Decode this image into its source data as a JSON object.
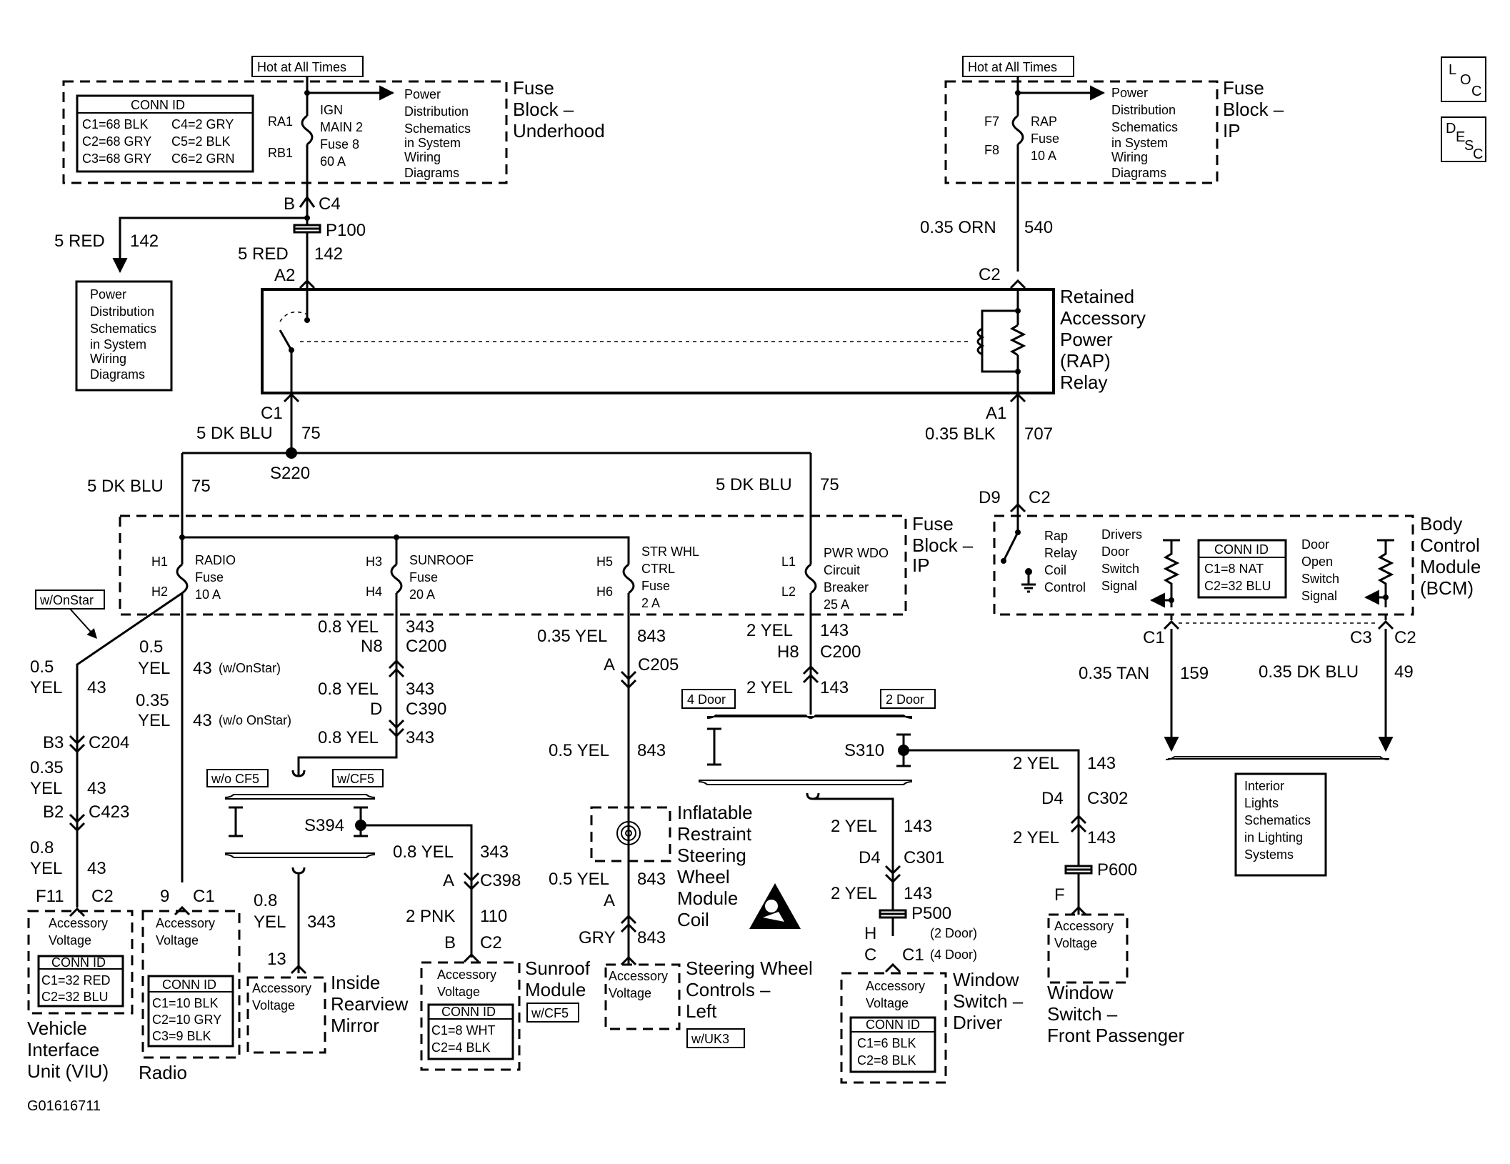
{
  "footer_id": "G01616711",
  "side_tabs": {
    "loc": [
      "L",
      "O",
      "C"
    ],
    "desc": [
      "D",
      "E",
      "S",
      "C"
    ]
  },
  "hot_label": "Hot at All Times",
  "fuse_uh": {
    "title": [
      "Fuse",
      "Block –",
      "Underhood"
    ],
    "conn_title": "CONN ID",
    "conn_rows": [
      [
        "C1=68 BLK",
        "C4=2 GRY"
      ],
      [
        "C2=68 GRY",
        "C5=2 BLK"
      ],
      [
        "C3=68 GRY",
        "C6=2 GRN"
      ]
    ],
    "pin_in": "RA1",
    "pin_out": "RB1",
    "fuse": [
      "IGN",
      "MAIN 2",
      "Fuse 8",
      "60 A"
    ]
  },
  "fuse_ip_top": {
    "title": [
      "Fuse",
      "Block –",
      "IP"
    ],
    "pin_in": "F7",
    "pin_out": "F8",
    "fuse": [
      "RAP",
      "Fuse",
      "10 A"
    ]
  },
  "pd_ref": [
    "Power",
    "Distribution",
    "Schematics",
    "in System",
    "Wiring",
    "Diagrams"
  ],
  "pd_ref_box": [
    "Power",
    "Distribution",
    "Schematics",
    "in System",
    "Wiring",
    "Diagrams"
  ],
  "p100": {
    "b": "B",
    "c4": "C4",
    "splice": "P100",
    "wire_l": "5 RED",
    "wire_ln": "142",
    "wire": "5 RED",
    "wire_n": "142",
    "a2": "A2"
  },
  "c2_540": {
    "wire": "0.35 ORN",
    "num": "540",
    "conn": "C2"
  },
  "rap": {
    "title": [
      "Retained",
      "Accessory",
      "Power",
      "(RAP)",
      "Relay"
    ],
    "c1": "C1",
    "a1": "A1"
  },
  "rap_out": {
    "wire": "5 DK BLU",
    "num": "75",
    "splice": "S220",
    "wl": "5 DK BLU",
    "wln": "75",
    "wr": "5 DK BLU",
    "wrn": "75"
  },
  "bcm_feed": {
    "wire": "0.35 BLK",
    "num": "707",
    "d9": "D9",
    "c2": "C2"
  },
  "fuse_ip": {
    "title": [
      "Fuse",
      "Block –",
      "IP"
    ],
    "radio": {
      "p1": "H1",
      "p2": "H2",
      "name": [
        "RADIO",
        "Fuse",
        "10 A"
      ]
    },
    "sunroof": {
      "p1": "H3",
      "p2": "H4",
      "name": [
        "SUNROOF",
        "Fuse",
        "20 A"
      ]
    },
    "strwhl": {
      "p1": "H5",
      "p2": "H6",
      "name": [
        "STR WHL",
        "CTRL",
        "Fuse",
        "2 A"
      ]
    },
    "pwrwdo": {
      "p1": "L1",
      "p2": "L2",
      "name": [
        "PWR WDO",
        "Circuit",
        "Breaker",
        "25 A"
      ]
    }
  },
  "bcm": {
    "title": [
      "Body",
      "Control",
      "Module",
      "(BCM)"
    ],
    "rap_ctl": [
      "Rap",
      "Relay",
      "Coil",
      "Control"
    ],
    "drv_sw": [
      "Drivers",
      "Door",
      "Switch",
      "Signal"
    ],
    "door_sw": [
      "Door",
      "Open",
      "Switch",
      "Signal"
    ],
    "conn_title": "CONN ID",
    "conn_rows": [
      "C1=8 NAT",
      "C2=32 BLU"
    ],
    "c1": "C1",
    "c3": "C3",
    "c2": "C2",
    "w159": "0.35 TAN",
    "n159": "159",
    "w49": "0.35 DK BLU",
    "n49": "49"
  },
  "interior_ref": [
    "Interior",
    "Lights",
    "Schematics",
    "in Lighting",
    "Systems"
  ],
  "onstar_tag": "w/OnStar",
  "viu_branch": {
    "w1a": "0.5",
    "w1b": "YEL",
    "n1": "43",
    "b3": "B3",
    "c204": "C204",
    "w2a": "0.35",
    "w2b": "YEL",
    "n2": "43",
    "b2": "B2",
    "c423": "C423",
    "w3a": "0.8",
    "w3b": "YEL",
    "n3": "43",
    "f11": "F11",
    "c2": "C2"
  },
  "radio_branch": {
    "wa": "0.5",
    "wb": "YEL",
    "n": "43",
    "note": "(w/OnStar)",
    "wa2": "0.35",
    "wb2": "YEL",
    "n2": "43",
    "note2": "(w/o OnStar)",
    "pin": "9",
    "conn": "C1"
  },
  "acc_label": [
    "Accessory",
    "Voltage"
  ],
  "viu": {
    "conn_title": "CONN ID",
    "rows": [
      "C1=32 RED",
      "C2=32 BLU"
    ],
    "title": [
      "Vehicle",
      "Interface",
      "Unit (VIU)"
    ]
  },
  "radio": {
    "conn_title": "CONN ID",
    "rows": [
      "C1=10 BLK",
      "C2=10 GRY",
      "C3=9 BLK"
    ],
    "title": "Radio"
  },
  "sunroof_branch": {
    "w1": "0.8 YEL",
    "n1": "343",
    "n8": "N8",
    "c200": "C200",
    "w2": "0.8 YEL",
    "n2": "343",
    "d": "D",
    "c390": "C390",
    "w3": "0.8 YEL",
    "n3": "343",
    "wo_cf5": "w/o CF5",
    "w_cf5": "w/CF5",
    "splice": "S394",
    "mw_a": "0.8",
    "mw_b": "YEL",
    "mn": "343",
    "mpin": "13",
    "sw": "0.8 YEL",
    "sn": "343",
    "sa": "A",
    "c398": "C398",
    "pw": "2 PNK",
    "pn": "110",
    "pb": "B",
    "pc2": "C2"
  },
  "mirror": {
    "title": [
      "Inside",
      "Rearview",
      "Mirror"
    ]
  },
  "sunroof_mod": {
    "title": [
      "Sunroof",
      "Module"
    ],
    "tag": "w/CF5",
    "conn_title": "CONN ID",
    "rows": [
      "C1=8 WHT",
      "C2=4 BLK"
    ]
  },
  "steer_branch": {
    "w1": "0.35 YEL",
    "n1": "843",
    "a": "A",
    "c205": "C205",
    "w2": "0.5 YEL",
    "n2": "843",
    "coil": [
      "Inflatable",
      "Restraint",
      "Steering",
      "Wheel",
      "Module",
      "Coil"
    ],
    "w3": "0.5 YEL",
    "n3": "843",
    "a2": "A",
    "w4": "GRY",
    "n4": "843"
  },
  "steer_ctl": {
    "title": [
      "Steering Wheel",
      "Controls –",
      "Left"
    ],
    "tag": "w/UK3"
  },
  "window_branch": {
    "w1": "2 YEL",
    "n1": "143",
    "h8": "H8",
    "c200": "C200",
    "w2": "2 YEL",
    "n2": "143",
    "four": "4 Door",
    "two": "2 Door",
    "splice": "S310",
    "dw1": "2 YEL",
    "dn1": "143",
    "d4": "D4",
    "c301": "C301",
    "dw2": "2 YEL",
    "dn2": "143",
    "p500": "P500",
    "p500n": "(2 Door)",
    "h": "H",
    "c": "C",
    "c1": "C1",
    "c1n": "(4 Door)",
    "pw1": "2 YEL",
    "pn1": "143",
    "pd4": "D4",
    "c302": "C302",
    "pw2": "2 YEL",
    "pn2": "143",
    "p600": "P600",
    "pf": "F"
  },
  "win_drv": {
    "title": [
      "Window",
      "Switch –",
      "Driver"
    ],
    "conn_title": "CONN ID",
    "rows": [
      "C1=6 BLK",
      "C2=8 BLK"
    ]
  },
  "win_pass": {
    "title": [
      "Window",
      "Switch –",
      "Front Passenger"
    ]
  }
}
